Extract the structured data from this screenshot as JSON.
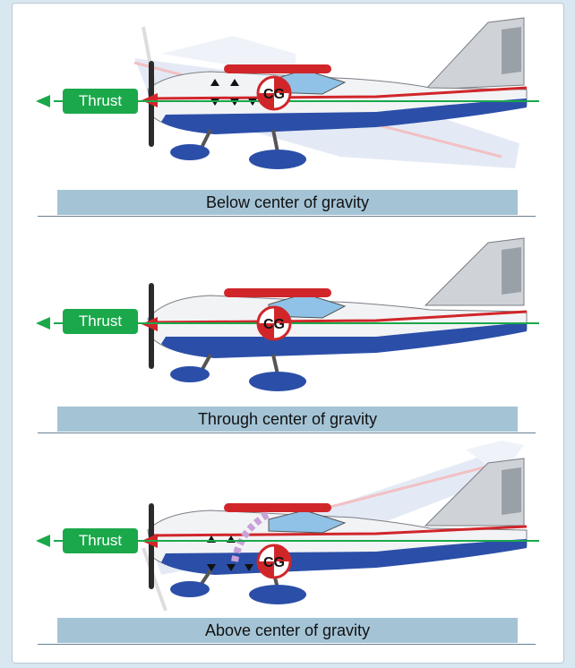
{
  "panels": [
    {
      "thrust_label": "Thrust",
      "cg_label": "CG",
      "caption": "Below center of gravity"
    },
    {
      "thrust_label": "Thrust",
      "cg_label": "CG",
      "caption": "Through center of gravity"
    },
    {
      "thrust_label": "Thrust",
      "cg_label": "CG",
      "caption": "Above center of gravity"
    }
  ],
  "colors": {
    "thrust_green": "#1aa84a",
    "caption_bar": "#a4c4d6",
    "fuselage_blue": "#2b4fa8",
    "stripe_red": "#d0262a",
    "cg_red": "#d0262a"
  },
  "icons": [
    "airplane-illustration",
    "cg-marker-icon",
    "propeller-icon",
    "thrust-arrow-icon"
  ]
}
